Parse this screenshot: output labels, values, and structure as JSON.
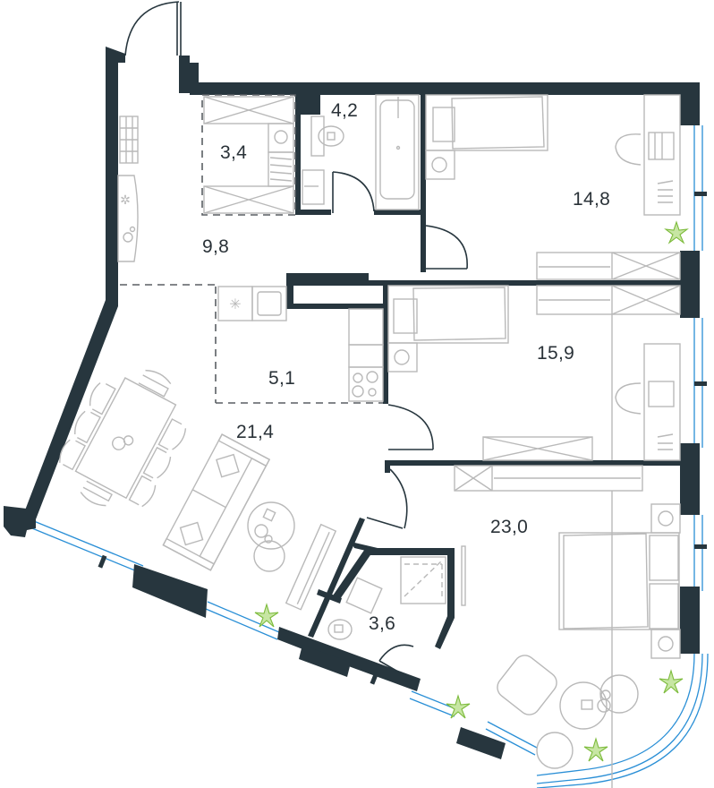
{
  "floor_plan": {
    "title": "Apartment floor plan",
    "wall_color": "#27363e",
    "window_color": "#2a8fd6",
    "furniture_color": "#b9b9b9",
    "plant_color": "#7dbb3c",
    "rooms": [
      {
        "id": "entrance_hall",
        "area": "9,8"
      },
      {
        "id": "wardrobe",
        "area": "3,4"
      },
      {
        "id": "bathroom",
        "area": "4,2"
      },
      {
        "id": "bedroom_1",
        "area": "14,8"
      },
      {
        "id": "kitchen",
        "area": "5,1"
      },
      {
        "id": "bedroom_2",
        "area": "15,9"
      },
      {
        "id": "living_room",
        "area": "21,4"
      },
      {
        "id": "master_bedroom",
        "area": "23,0"
      },
      {
        "id": "shower_room",
        "area": "3,6"
      }
    ]
  }
}
